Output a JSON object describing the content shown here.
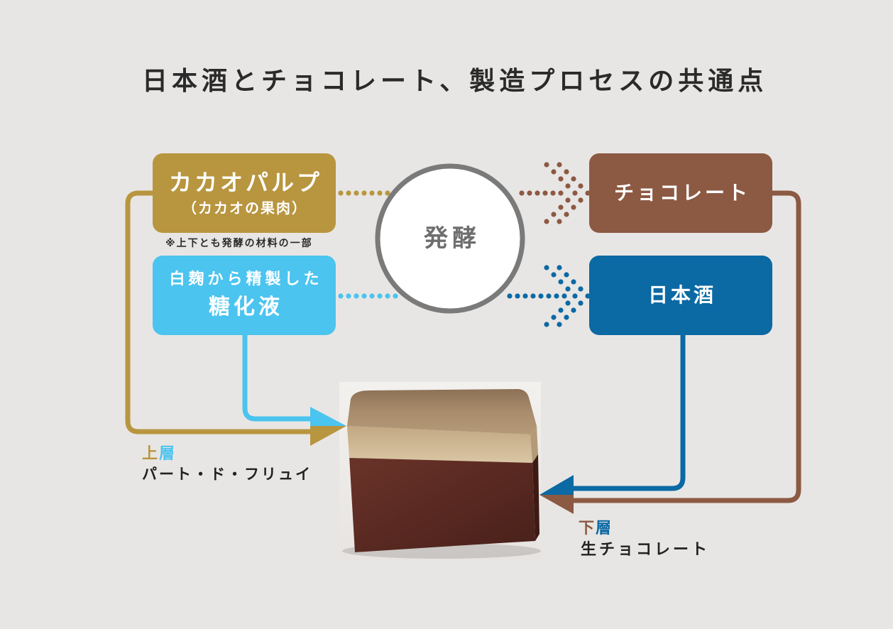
{
  "title": "日本酒とチョコレート、製造プロセスの共通点",
  "ingredients": [
    {
      "line1": "カカオパルプ",
      "line2": "（カカオの果肉）"
    },
    {
      "line1": "白麹から精製した",
      "line2": "糖化液"
    }
  ],
  "note": "※上下とも発酵の材料の一部",
  "process": "発酵",
  "products": [
    "チョコレート",
    "日本酒"
  ],
  "layers": {
    "upper": {
      "char1": "上",
      "char2": "層",
      "name": "パート・ド・フリュイ"
    },
    "lower": {
      "char1": "下",
      "char2": "層",
      "name": "生チョコレート"
    }
  },
  "colors": {
    "background": "#e8e6e4",
    "cacao_gold": "#b8953f",
    "koji_light_blue": "#4bc4ef",
    "chocolate_brown": "#8c5943",
    "sake_blue": "#0b69a3",
    "fermentation_gray": "#7a7a7a",
    "text_dark": "#262626"
  }
}
